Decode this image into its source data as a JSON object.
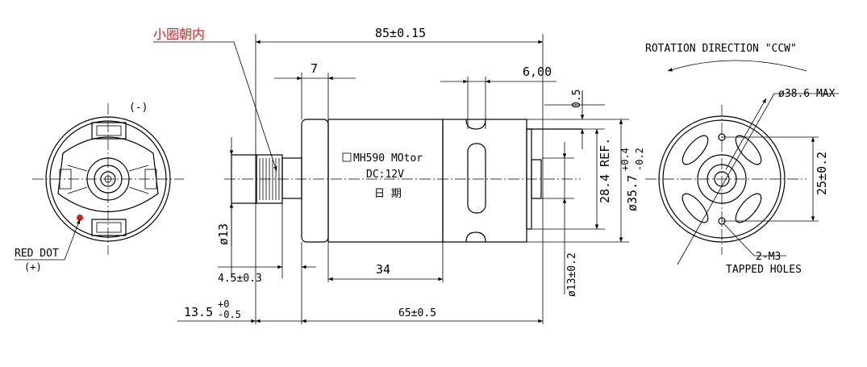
{
  "notes": {
    "inner_ring": "小圈朝内",
    "rotation": "ROTATION DIRECTION \"CCW\"",
    "minus": "(-)",
    "red_dot": "RED DOT",
    "plus": "(+)",
    "tapped_line1": "2-M3",
    "tapped_line2": "TAPPED HOLES"
  },
  "label": {
    "line1": "MH590 MOtor",
    "line2": "DC:12V",
    "line3": "日 期"
  },
  "dims": {
    "overall_length": "85±0.15",
    "d7": "7",
    "d6": "6,00",
    "d05": "0.5",
    "ref": "28.4 REF.",
    "body_dia": "ø35.7+0.4 -0.2",
    "body_dia_main": "ø35.7",
    "body_dia_tol_up": "+0.4",
    "body_dia_tol_dn": "-0.2",
    "shaft_dia": "ø13",
    "boss_dia": "ø13±0.2",
    "d34": "34",
    "d45": "4.5±0.3",
    "d135": "13.5",
    "d135_tol_up": "+0",
    "d135_tol_dn": "-0.5",
    "d65": "65±0.5",
    "max_dia": "ø38.6 MAX",
    "d25": "25±0.2"
  },
  "colors": {
    "line": "#000000",
    "red_note": "#d42020",
    "red_dot": "#cc2222"
  }
}
